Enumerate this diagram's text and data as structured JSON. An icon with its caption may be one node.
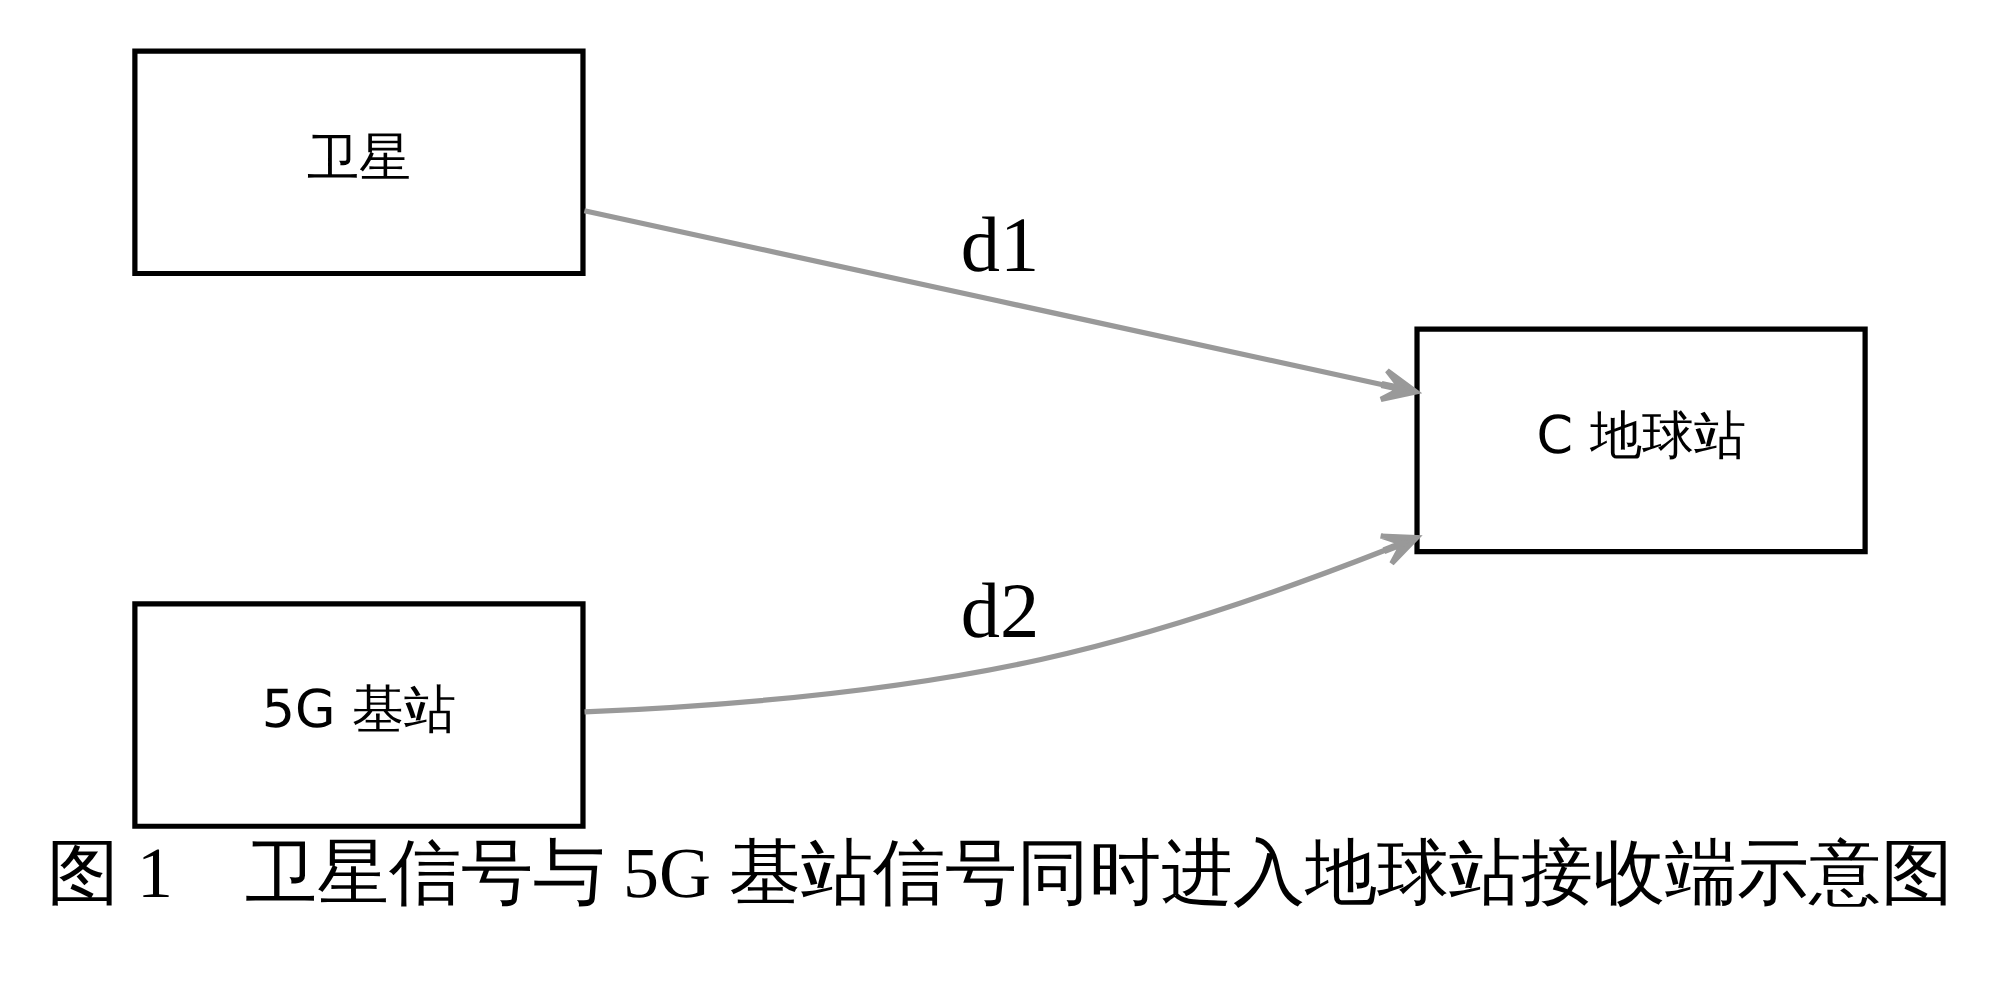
{
  "diagram": {
    "caption": "图 1　卫星信号与 5G 基站信号同时进入地球站接收端示意图",
    "nodes": [
      {
        "text": [
          "卫星"
        ]
      },
      {
        "text": [
          "5G 基站"
        ]
      },
      {
        "text": [
          "C 地球站"
        ]
      }
    ],
    "edges": [
      {
        "from": 0,
        "to": 2,
        "arrow": "to",
        "label": "d1"
      },
      {
        "from": 1,
        "to": 2,
        "arrow": "to",
        "label": "d2"
      }
    ]
  }
}
